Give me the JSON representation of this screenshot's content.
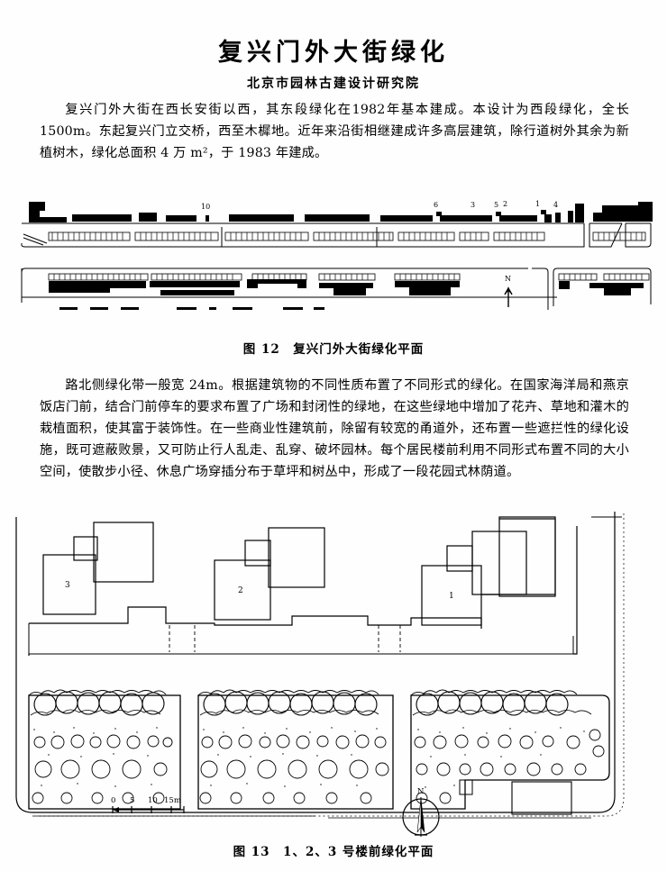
{
  "document": {
    "title": "复兴门外大街绿化",
    "subtitle": "北京市园林古建设计研究院",
    "paragraph_1": "复兴门外大街在西长安街以西，其东段绿化在1982年基本建成。本设计为西段绿化，全长 1500m。东起复兴门立交桥，西至木樨地。近年来沿街相继建成许多高层建筑，除行道树外其余为新植树木，绿化总面积 4 万 m²，于 1983 年建成。",
    "paragraph_2": "路北侧绿化带一般宽 24m。根据建筑物的不同性质布置了不同形式的绿化。在国家海洋局和燕京饭店门前，结合门前停车的要求布置了广场和封闭性的绿地，在这些绿地中增加了花卉、草地和灌木的栽植面积，使其富于装饰性。在一些商业性建筑前，除留有较宽的甬道外，还布置一些遮拦性的绿化设施，既可遮蔽败景，又可防止行人乱走、乱穿、破坏园林。每个居民楼前利用不同形式布置不同的大小空间，使散步小径、休息广场穿插分布于草坪和树丛中，形成了一段花园式林荫道。"
  },
  "figure_12": {
    "caption": "图 12　复兴门外大街绿化平面",
    "north_label": "N",
    "block_labels": [
      "1",
      "2",
      "3",
      "4",
      "5",
      "6",
      "10"
    ]
  },
  "figure_13": {
    "caption": "图 13　1、2、3 号楼前绿化平面",
    "building_labels": [
      "1",
      "2",
      "3"
    ],
    "north_label": "N",
    "scale": {
      "ticks": [
        "0",
        "5",
        "10",
        "15m"
      ]
    }
  },
  "colors": {
    "ink": "#000000",
    "paper": "#fefefe"
  }
}
